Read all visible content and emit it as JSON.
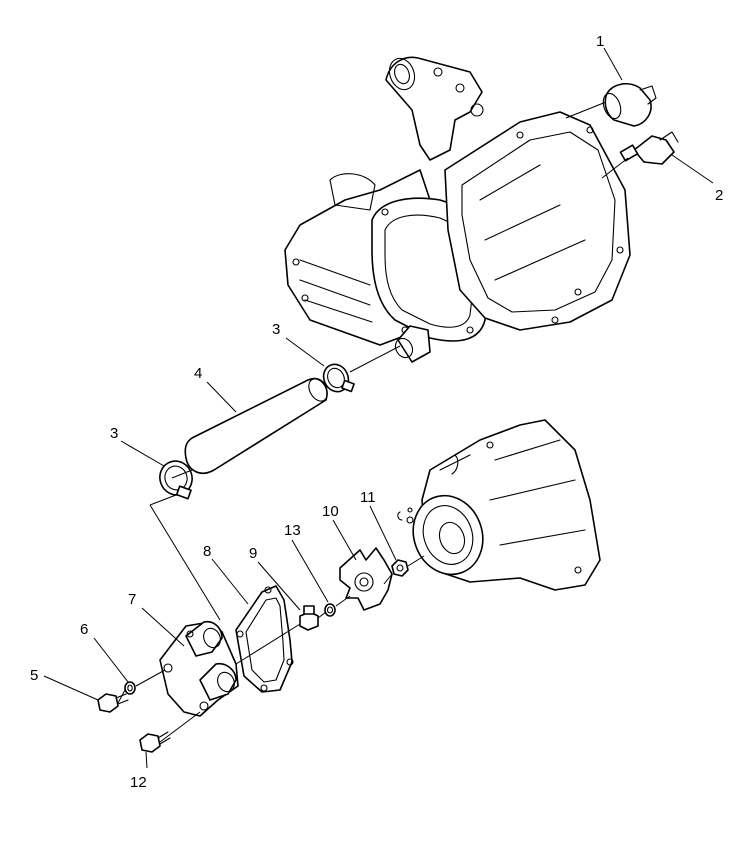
{
  "diagram": {
    "callouts": [
      "1",
      "2",
      "3",
      "4",
      "3",
      "5",
      "6",
      "7",
      "8",
      "9",
      "13",
      "10",
      "11",
      "12"
    ]
  }
}
